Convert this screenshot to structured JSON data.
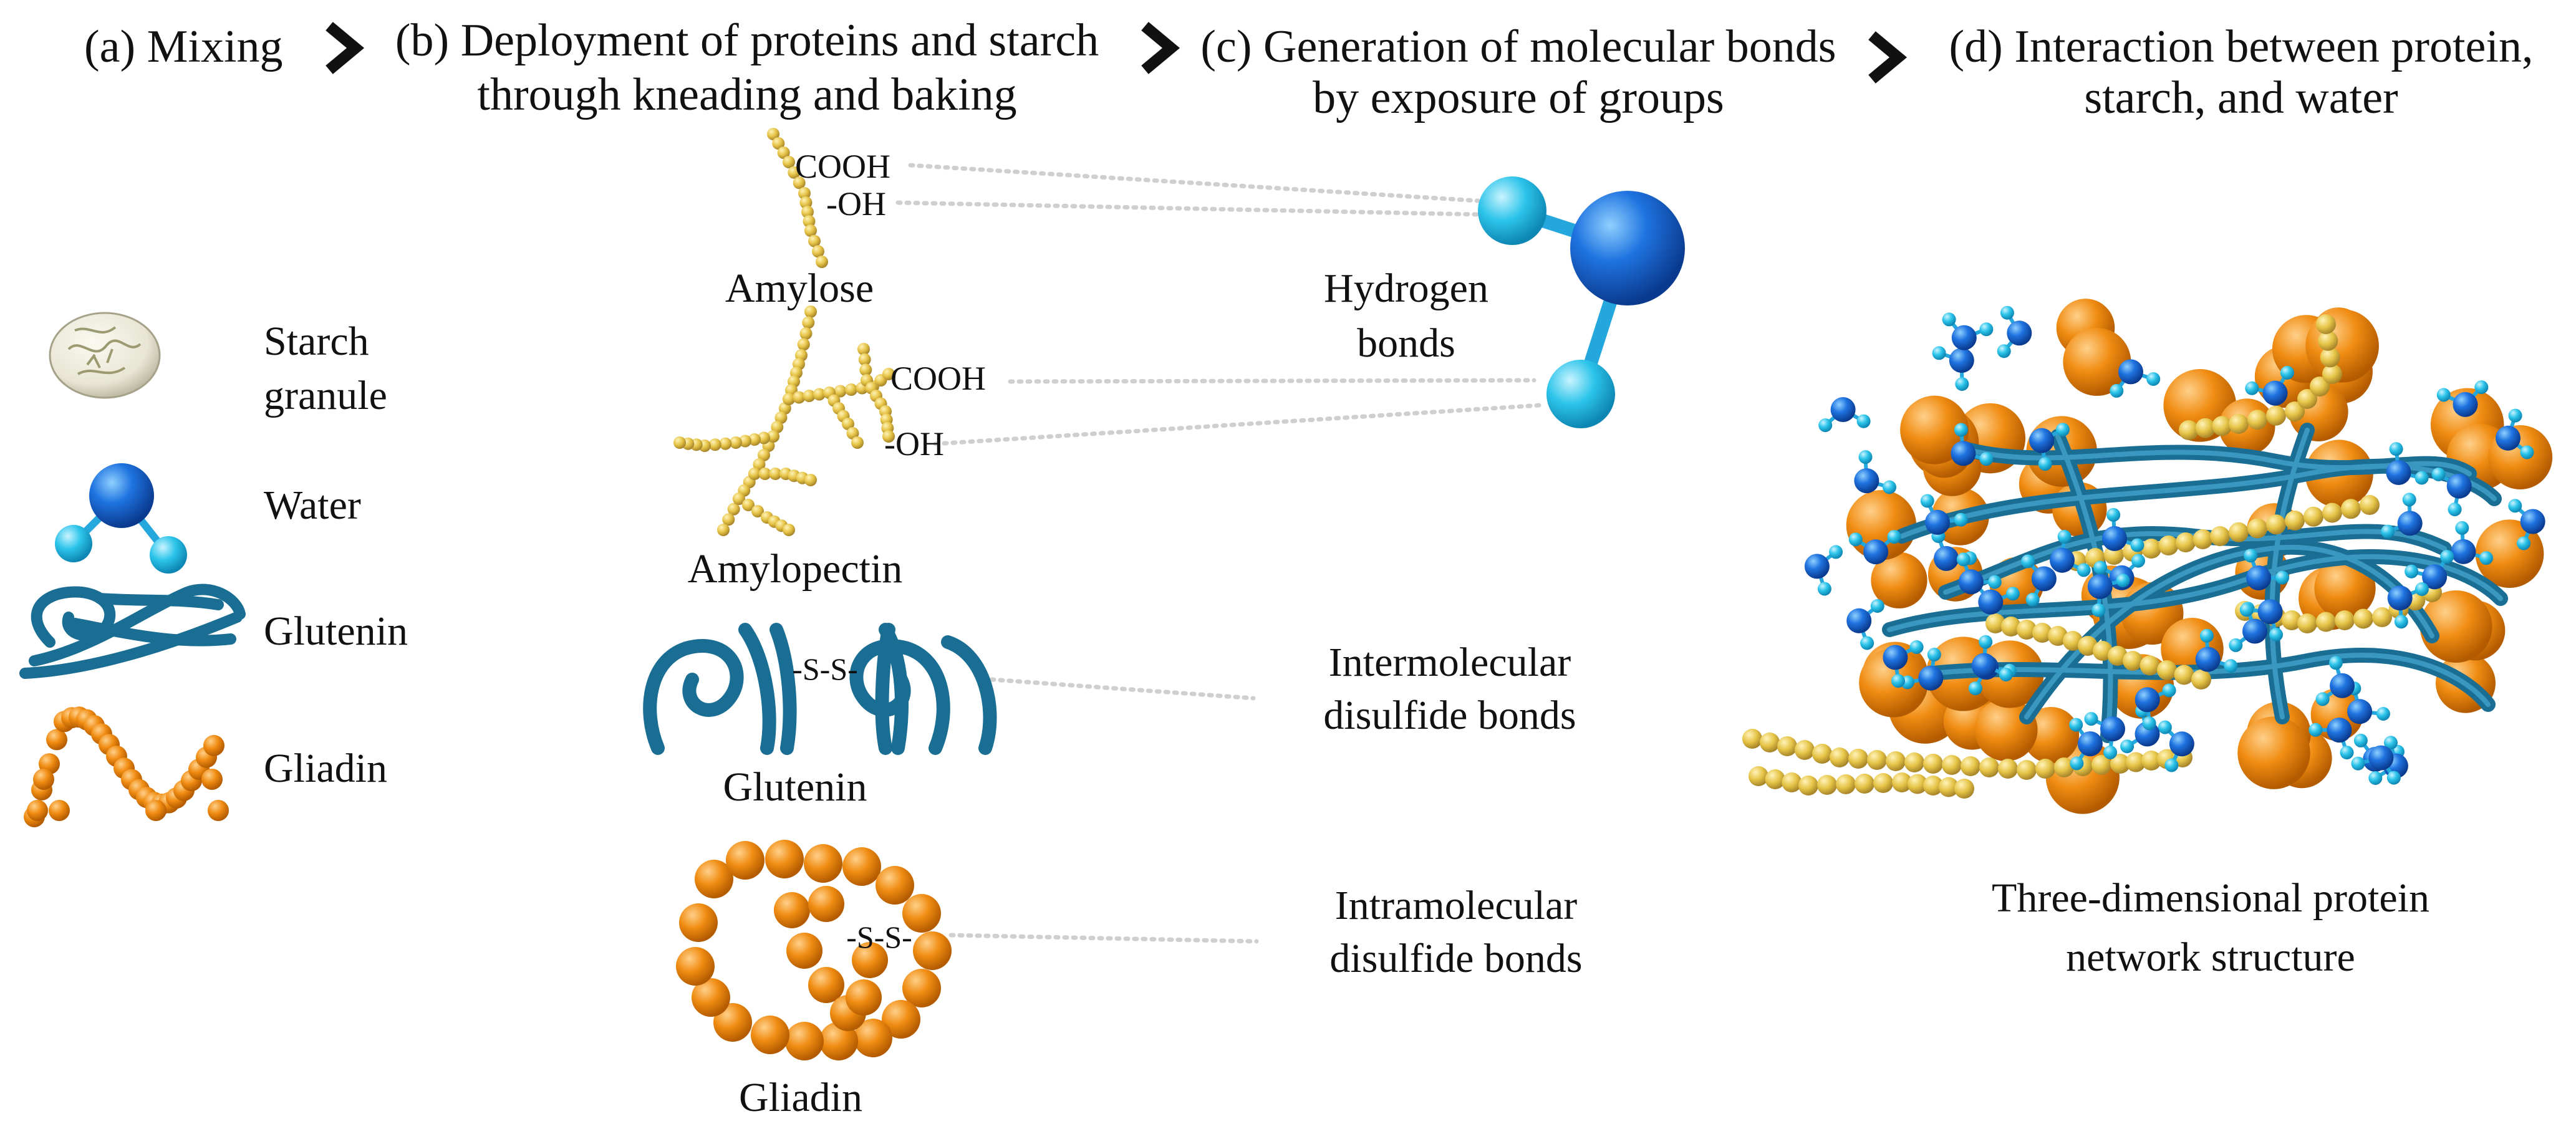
{
  "headers": {
    "a": [
      "(a) Mixing"
    ],
    "b": [
      "(b) Deployment of proteins and starch",
      "through kneading and baking"
    ],
    "c": [
      "(c) Generation of molecular bonds",
      "by exposure of groups"
    ],
    "d": [
      "(d) Interaction between protein,",
      "starch, and water"
    ]
  },
  "legend": {
    "starch": [
      "Starch",
      "granule"
    ],
    "water": "Water",
    "glutenin": "Glutenin",
    "gliadin": "Gliadin"
  },
  "middle": {
    "amylose": "Amylose",
    "amylopectin": "Amylopectin",
    "glutenin": "Glutenin",
    "gliadin": "Gliadin",
    "cooh": "COOH",
    "oh": "-OH",
    "ss": "-S-S-"
  },
  "bonds": {
    "hydrogen": [
      "Hydrogen",
      "bonds"
    ],
    "inter": [
      "Intermolecular",
      "disulfide bonds"
    ],
    "intra": [
      "Intramolecular",
      "disulfide bonds"
    ]
  },
  "network": [
    "Three-dimensional protein",
    "network structure"
  ],
  "colors": {
    "water_dark": "#1461cc",
    "water_light": "#2cc4ea",
    "gluten": "#1a6e93",
    "gliadin": "#f08c12",
    "starch_bead": "#e6c447",
    "arrow": "#111111"
  }
}
